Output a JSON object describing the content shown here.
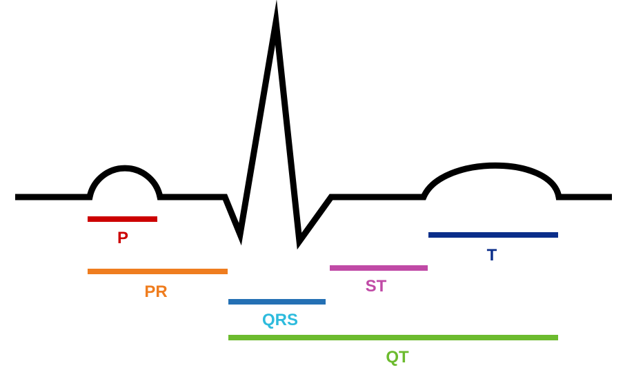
{
  "intervals": {
    "p": {
      "label": "P",
      "color": "#cc0000"
    },
    "pr": {
      "label": "PR",
      "color": "#ef7d1f"
    },
    "qrs": {
      "label": "QRS",
      "color": "#2470b4",
      "label_color": "#2dbbdd"
    },
    "st": {
      "label": "ST",
      "color": "#c04aa6"
    },
    "t": {
      "label": "T",
      "color": "#0b2e8a"
    },
    "qt": {
      "label": "QT",
      "color": "#6cbb2e"
    }
  }
}
